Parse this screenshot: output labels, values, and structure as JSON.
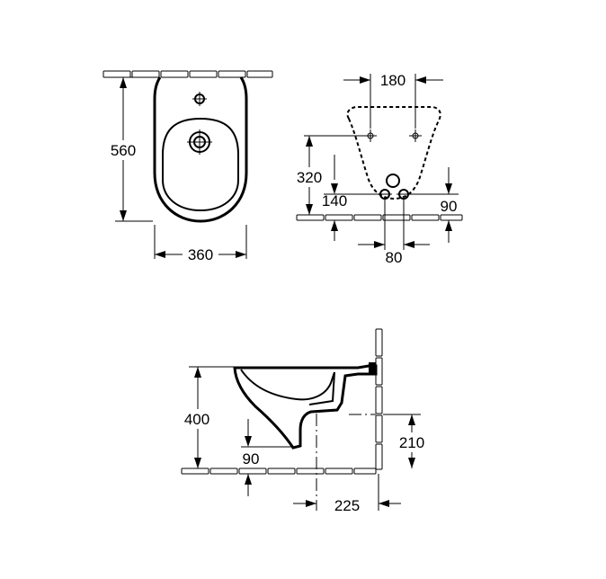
{
  "top_view": {
    "depth_label": "560",
    "width_label": "360"
  },
  "rear_view": {
    "fixing_spacing_label": "180",
    "fixing_height_label": "320",
    "supply_height_label": "140",
    "floor_to_waste_label": "90",
    "waste_spacing_label": "80"
  },
  "side_view": {
    "rim_height_label": "400",
    "waste_height_label": "210",
    "floor_offset_label": "90",
    "waste_distance_label": "225"
  }
}
